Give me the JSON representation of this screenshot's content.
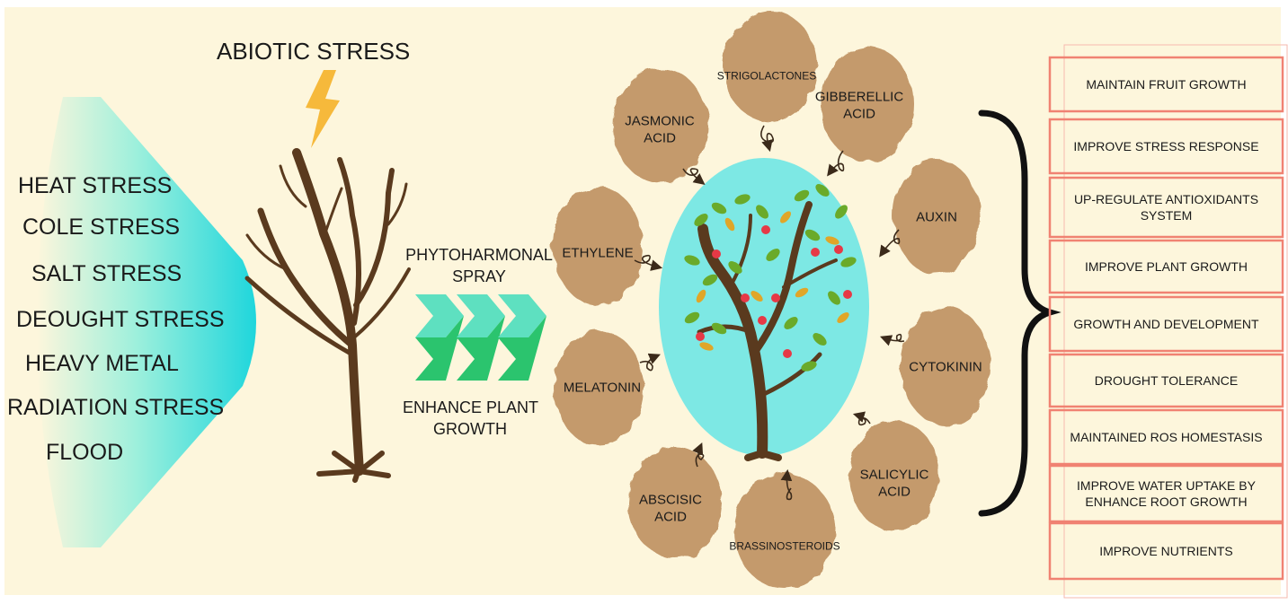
{
  "abiotic_title": "ABIOTIC STRESS",
  "stresses": [
    "HEAT STRESS",
    "COLE STRESS",
    "SALT STRESS",
    "DEOUGHT STRESS",
    "HEAVY METAL",
    "RADIATION STRESS",
    "FLOOD"
  ],
  "spray_label": [
    "PHYTOHARMONAL",
    "SPRAY"
  ],
  "enhance_label": [
    "ENHANCE PLANT",
    "GROWTH"
  ],
  "hormones": {
    "strigolactones": "STRIGOLACTONES",
    "gibberellic": [
      "GIBBERELLIC",
      "ACID"
    ],
    "jasmonic": [
      "JASMONIC",
      "ACID"
    ],
    "auxin": "AUXIN",
    "ethylene": "ETHYLENE",
    "cytokinin": "CYTOKININ",
    "melatonin": "MELATONIN",
    "salicylic": [
      "SALICYLIC",
      "ACID"
    ],
    "abscisic": [
      "ABSCISIC",
      "ACID"
    ],
    "brassinosteroids": "BRASSINOSTEROIDS"
  },
  "effects": [
    "MAINTAIN FRUIT GROWTH",
    "IMPROVE STRESS RESPONSE",
    [
      "UP-REGULATE ANTIOXIDANTS",
      "SYSTEM"
    ],
    "IMPROVE PLANT GROWTH",
    "GROWTH AND DEVELOPMENT",
    "DROUGHT TOLERANCE",
    "MAINTAINED ROS HOMESTASIS",
    [
      "IMPROVE WATER UPTAKE BY",
      "ENHANCE ROOT GROWTH"
    ],
    "IMPROVE NUTRIENTS"
  ],
  "colors": {
    "background": "#fdf6dc",
    "stress_gradient_left": "#fdf6dc",
    "stress_gradient_right": "#1fd6dc",
    "blob": "#c49a6c",
    "circle": "#7de8e4",
    "trunk": "#5a3a1e",
    "chevron_light": "#5ee0c0",
    "chevron_dark": "#2bc46e",
    "effect_border": "#f08272",
    "lightning": "#f6b93b",
    "fruit": "#e63946"
  },
  "icons": [
    "lightning-icon",
    "bare-tree-icon",
    "fruit-tree-icon",
    "curly-arrow-icon",
    "chevron-arrow-icon",
    "curly-brace-icon"
  ]
}
